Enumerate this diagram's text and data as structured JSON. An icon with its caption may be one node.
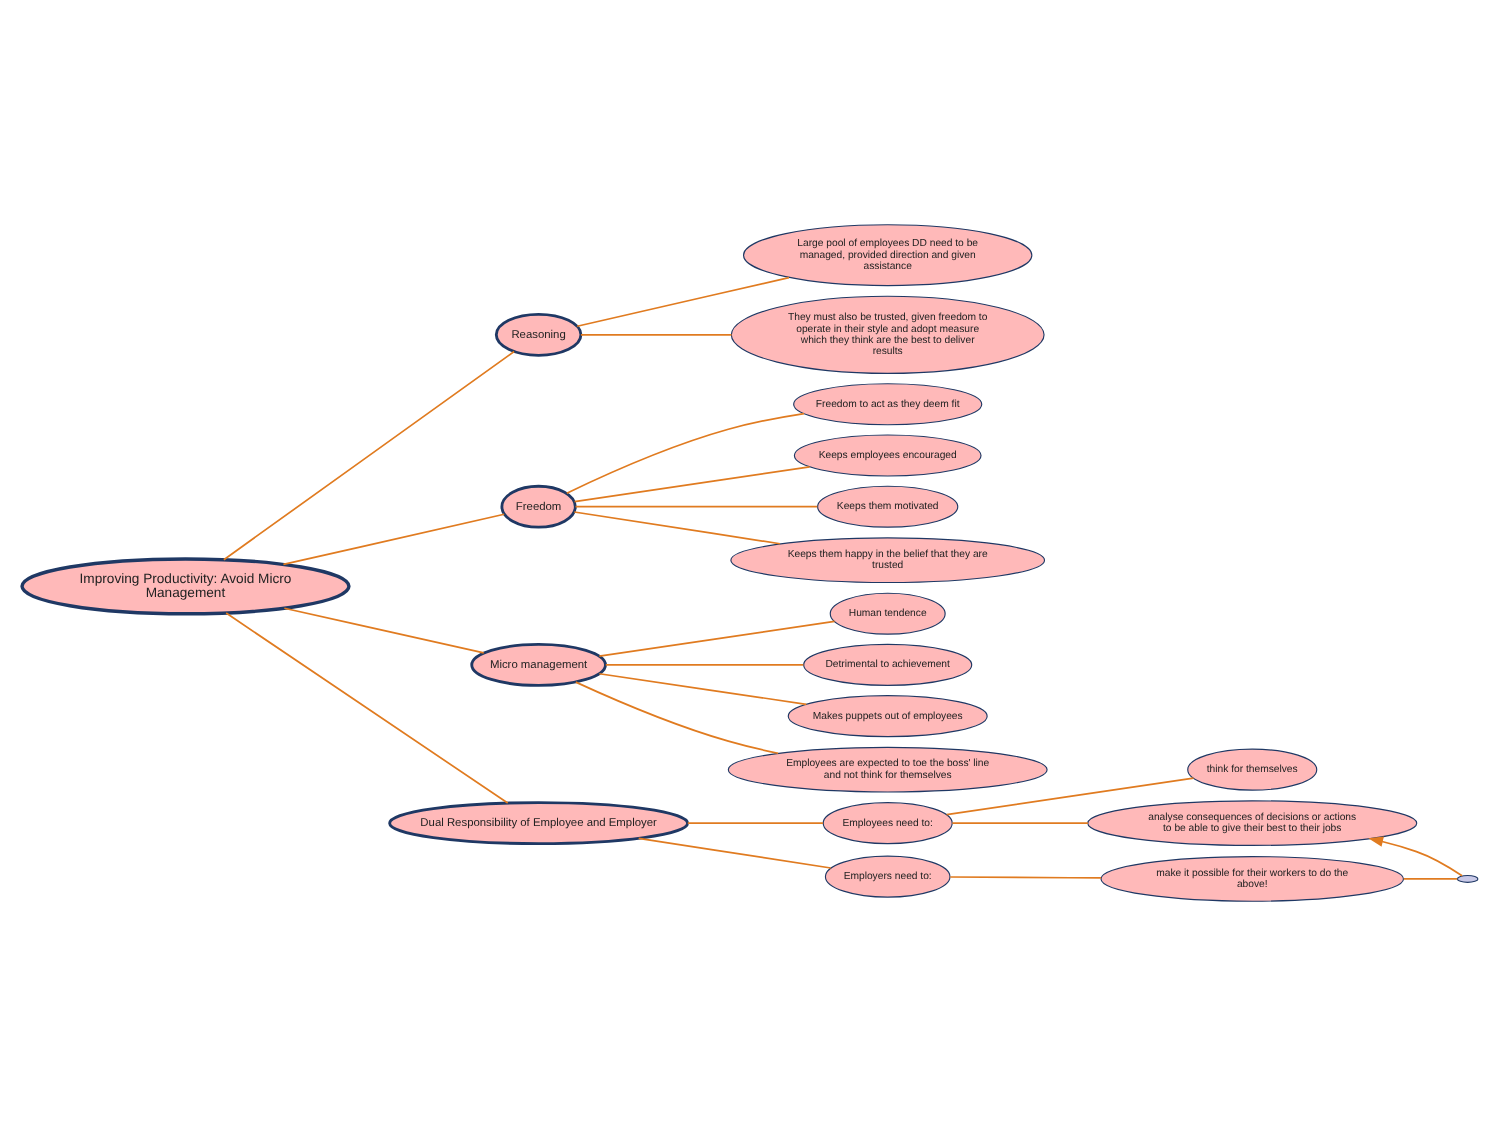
{
  "diagram": {
    "nodes": [
      {
        "text": [
          "Improving Productivity: Avoid Micro Management"
        ]
      },
      {
        "text": [
          "Reasoning"
        ]
      },
      {
        "text": [
          "Large pool of employees DD need to be managed, provided direction and given assistance"
        ]
      },
      {
        "text": [
          "They must also be trusted, given freedom to operate in their style and adopt measure which they think are the best to deliver results"
        ]
      },
      {
        "text": [
          "Freedom"
        ]
      },
      {
        "text": [
          "Freedom to act as they deem fit"
        ]
      },
      {
        "text": [
          "Keeps employees encouraged"
        ]
      },
      {
        "text": [
          "Keeps them motivated"
        ]
      },
      {
        "text": [
          "Keeps them happy in the belief that they are trusted"
        ]
      },
      {
        "text": [
          "Micro management"
        ]
      },
      {
        "text": [
          "Human tendence"
        ]
      },
      {
        "text": [
          "Detrimental to achievement"
        ]
      },
      {
        "text": [
          "Makes puppets out of employees"
        ]
      },
      {
        "text": [
          "Employees are expected to toe the boss' line and not think for themselves"
        ]
      },
      {
        "text": [
          "Dual Responsibility of Employee and Employer"
        ]
      },
      {
        "text": [
          "Employees need to:"
        ]
      },
      {
        "text": [
          "think for themselves"
        ]
      },
      {
        "text": [
          "analyse consequences of decisions or actions to be able to give their best to their jobs"
        ]
      },
      {
        "text": [
          "Employers need to:"
        ]
      },
      {
        "text": [
          "make it possible for their workers to do the above!"
        ]
      },
      {
        "text": [],
        "shape": "ellipse"
      }
    ],
    "edges": [
      {
        "from": 0,
        "to": 1,
        "arrow": "none"
      },
      {
        "from": 1,
        "to": 2,
        "arrow": "none"
      },
      {
        "from": 1,
        "to": 3,
        "arrow": "none"
      },
      {
        "from": 0,
        "to": 4,
        "arrow": "none"
      },
      {
        "from": 4,
        "to": 5,
        "arrow": "none"
      },
      {
        "from": 4,
        "to": 6,
        "arrow": "none"
      },
      {
        "from": 4,
        "to": 7,
        "arrow": "none"
      },
      {
        "from": 4,
        "to": 8,
        "arrow": "none"
      },
      {
        "from": 0,
        "to": 9,
        "arrow": "none"
      },
      {
        "from": 9,
        "to": 10,
        "arrow": "none"
      },
      {
        "from": 9,
        "to": 11,
        "arrow": "none"
      },
      {
        "from": 9,
        "to": 12,
        "arrow": "none"
      },
      {
        "from": 9,
        "to": 13,
        "arrow": "none"
      },
      {
        "from": 0,
        "to": 14,
        "arrow": "none"
      },
      {
        "from": 14,
        "to": 15,
        "arrow": "none"
      },
      {
        "from": 15,
        "to": 16,
        "arrow": "none"
      },
      {
        "from": 15,
        "to": 17,
        "arrow": "none"
      },
      {
        "from": 14,
        "to": 18,
        "arrow": "none"
      },
      {
        "from": 18,
        "to": 19,
        "arrow": "none"
      },
      {
        "from": 19,
        "to": 20,
        "arrow": "none"
      },
      {
        "from": 20,
        "to": 17,
        "arrow": "to"
      }
    ]
  }
}
